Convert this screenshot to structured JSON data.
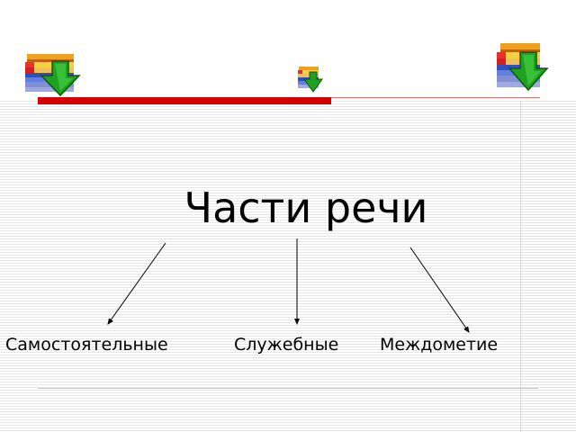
{
  "diagram": {
    "root": {
      "label": "Части речи"
    },
    "children": [
      {
        "label": "Самостоятельные"
      },
      {
        "label": "Служебные"
      },
      {
        "label": "Междометие"
      }
    ]
  },
  "colors": {
    "accent_red": "#d50000",
    "arrow": "#000000"
  },
  "icons": [
    "download-books-icon",
    "download-books-icon",
    "download-books-icon"
  ]
}
